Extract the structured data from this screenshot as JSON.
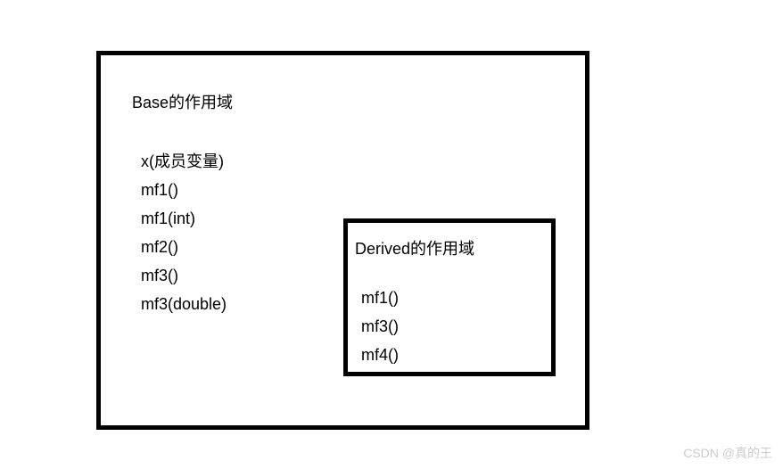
{
  "page": {
    "background": "#ffffff",
    "border_color": "#000000",
    "text_color": "#000000"
  },
  "base_scope": {
    "title": "Base的作用域",
    "members": [
      "x(成员变量)",
      "mf1()",
      "mf1(int)",
      "mf2()",
      "mf3()",
      "mf3(double)"
    ]
  },
  "derived_scope": {
    "title": "Derived的作用域",
    "members": [
      "mf1()",
      "mf3()",
      "mf4()"
    ]
  },
  "watermark": {
    "text": "CSDN @真的王",
    "color": "#cccccc"
  }
}
